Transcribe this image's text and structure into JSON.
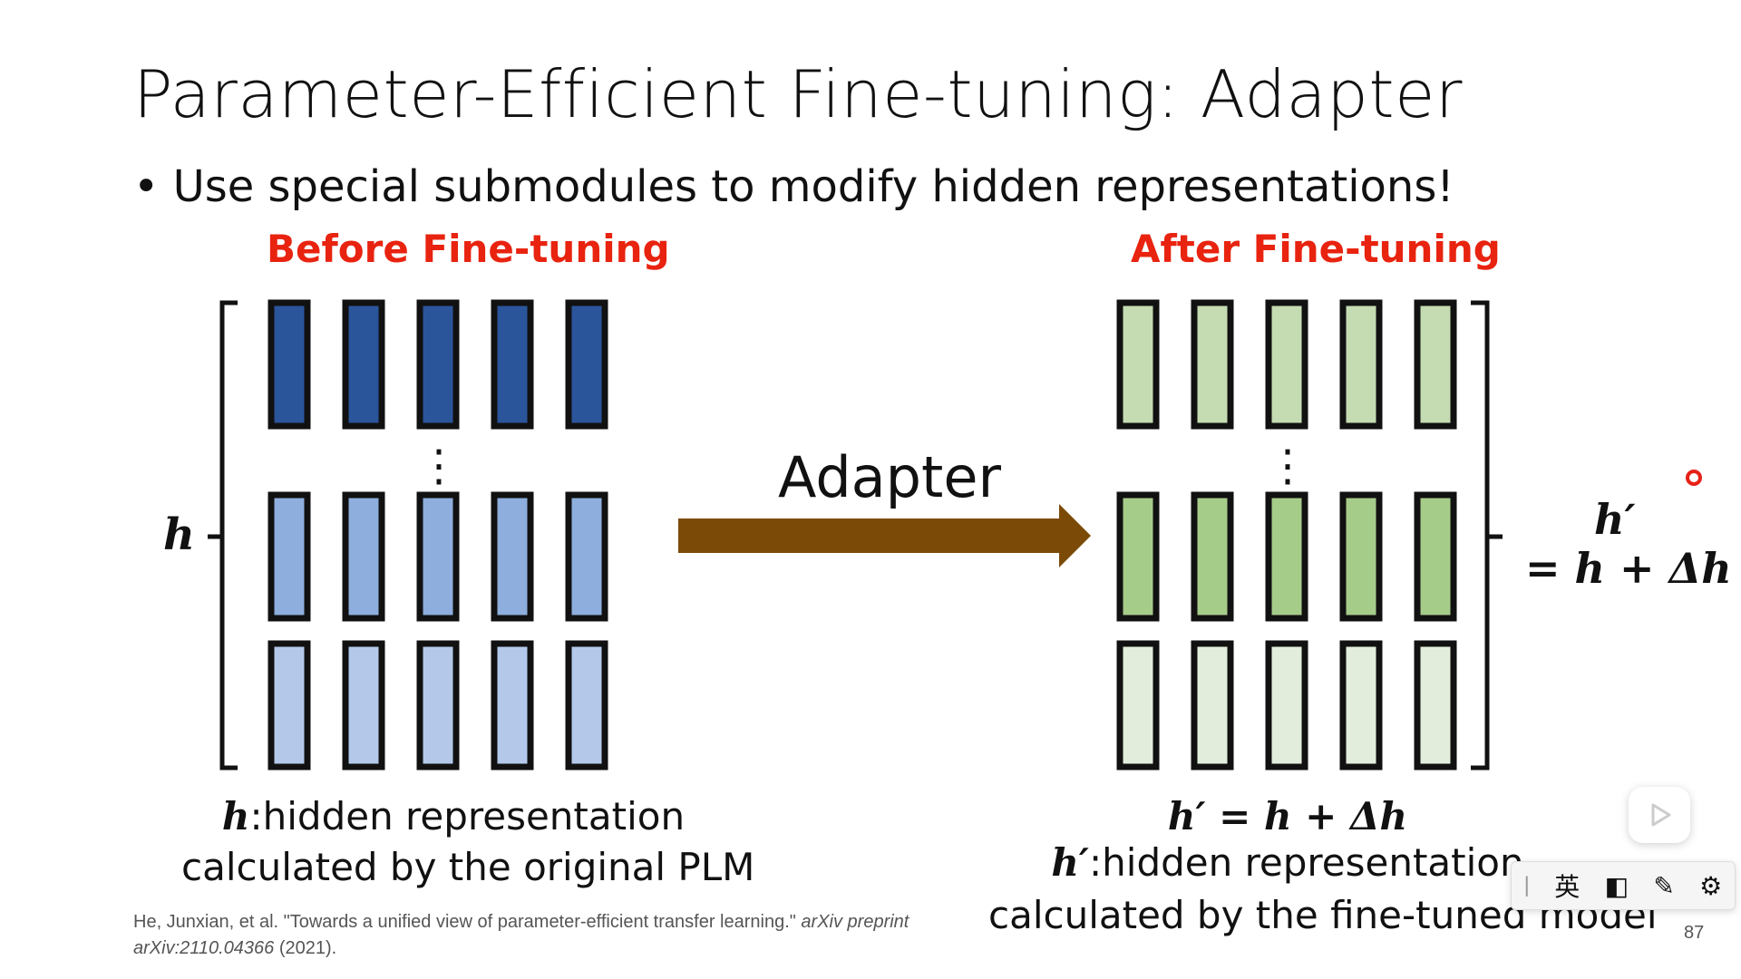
{
  "slide": {
    "title": "Parameter-Efficient Fine-tuning: Adapter",
    "bullet": "• Use special submodules to modify hidden representations!",
    "before_heading": "Before Fine-tuning",
    "after_heading": "After Fine-tuning",
    "arrow_label": "Adapter",
    "h_symbol": "h",
    "h_prime_symbol": "h′",
    "h_prime_equation_rhs": "= h + Δh",
    "left_caption": {
      "symbol": "h",
      "line1_rest": ":hidden representation",
      "line2": "calculated by the original PLM"
    },
    "right_caption": {
      "equation": "h′ = h + Δh",
      "symbol": "h′",
      "line2_rest": ":hidden representation",
      "line3": "calculated by the fine-tuned model"
    },
    "citation": {
      "text": "He, Junxian, et al. \"Towards a unified view of parameter-efficient transfer learning.\" ",
      "italic": "arXiv preprint arXiv:2110.04366",
      "year": " (2021)."
    },
    "page_number": "87",
    "ellipsis": "⋮"
  },
  "colors": {
    "heading_red": "#e8230f",
    "arrow_brown": "#7b4a07",
    "before_rows": [
      "#2b559b",
      "#8eaedd",
      "#b4c9ea"
    ],
    "after_rows": [
      "#c5dcb3",
      "#a6cc8a",
      "#e2eedb"
    ]
  },
  "ime_toolbar": {
    "items": [
      "|",
      "英",
      "◧",
      "✎",
      "⚙"
    ]
  }
}
